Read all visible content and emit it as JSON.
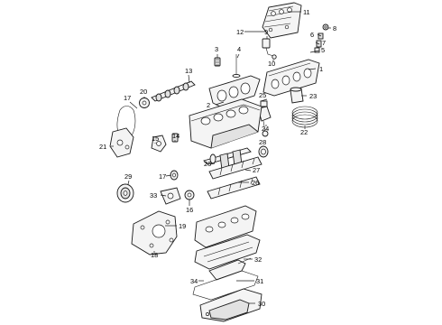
{
  "diagram": {
    "callouts": [
      {
        "n": "1"
      },
      {
        "n": "2"
      },
      {
        "n": "3"
      },
      {
        "n": "4"
      },
      {
        "n": "5"
      },
      {
        "n": "6"
      },
      {
        "n": "7"
      },
      {
        "n": "8"
      },
      {
        "n": "9"
      },
      {
        "n": "10"
      },
      {
        "n": "11"
      },
      {
        "n": "12"
      },
      {
        "n": "13"
      },
      {
        "n": "14"
      },
      {
        "n": "15"
      },
      {
        "n": "16"
      },
      {
        "n": "17"
      },
      {
        "n": "17"
      },
      {
        "n": "18"
      },
      {
        "n": "19"
      },
      {
        "n": "20"
      },
      {
        "n": "21"
      },
      {
        "n": "22"
      },
      {
        "n": "23"
      },
      {
        "n": "24"
      },
      {
        "n": "25"
      },
      {
        "n": "26"
      },
      {
        "n": "26"
      },
      {
        "n": "27"
      },
      {
        "n": "28"
      },
      {
        "n": "29"
      },
      {
        "n": "30"
      },
      {
        "n": "31"
      },
      {
        "n": "32"
      },
      {
        "n": "33"
      },
      {
        "n": "34"
      }
    ]
  }
}
